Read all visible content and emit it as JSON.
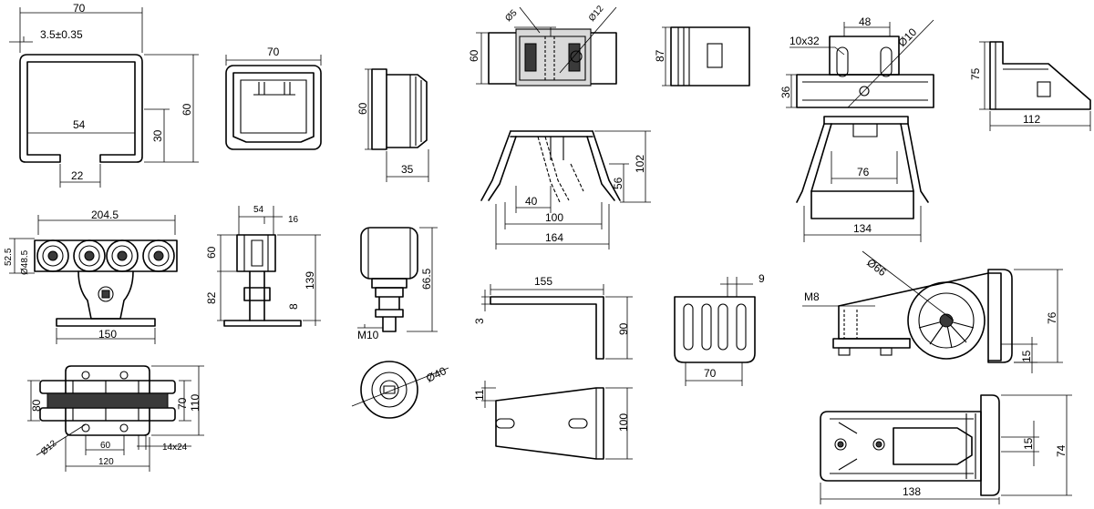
{
  "dims": {
    "profile": {
      "width": "70",
      "offset": "3.5±0.35",
      "inner": "54",
      "slot": "22",
      "side": "30",
      "height": "60"
    },
    "endcap": {
      "width": "70"
    },
    "plug": {
      "height": "60",
      "depth": "35"
    },
    "bracketA": {
      "dia_small": "Ø5",
      "dia_large": "Ø12",
      "height": "60"
    },
    "clip": {
      "height": "87"
    },
    "hangerTop": {
      "slot": "10x32",
      "width": "48",
      "dia": "Ø10",
      "height": "36"
    },
    "side75": {
      "height": "75",
      "length": "112"
    },
    "hangerFront": {
      "inner": "40",
      "mid": "100",
      "overall": "164",
      "h1": "56",
      "h2": "102"
    },
    "hangerB": {
      "width": "76",
      "overall": "134"
    },
    "carriage": {
      "length": "204.5",
      "h1": "52.5",
      "dia": "Ø48.5",
      "base": "150"
    },
    "carriageSide": {
      "w1": "54",
      "w2": "16",
      "h60": "60",
      "h82": "82",
      "h139": "139",
      "h8": "8"
    },
    "roller": {
      "thread": "M10",
      "height": "66.5",
      "dia": "Ø40"
    },
    "carriageTop": {
      "h80": "80",
      "h70": "70",
      "h110": "110",
      "dia": "Ø12",
      "w60": "60",
      "slot": "14x24",
      "w120": "120"
    },
    "angle": {
      "length": "155",
      "thick": "3",
      "height": "90"
    },
    "plate": {
      "width": "70",
      "thick": "9"
    },
    "bracketC": {
      "h11": "11",
      "h100": "100"
    },
    "wheelUnit": {
      "dia": "Ø66",
      "bolt": "M8",
      "height": "76",
      "h15": "15"
    },
    "wheelTop": {
      "h15": "15",
      "height": "74",
      "length": "138"
    }
  }
}
